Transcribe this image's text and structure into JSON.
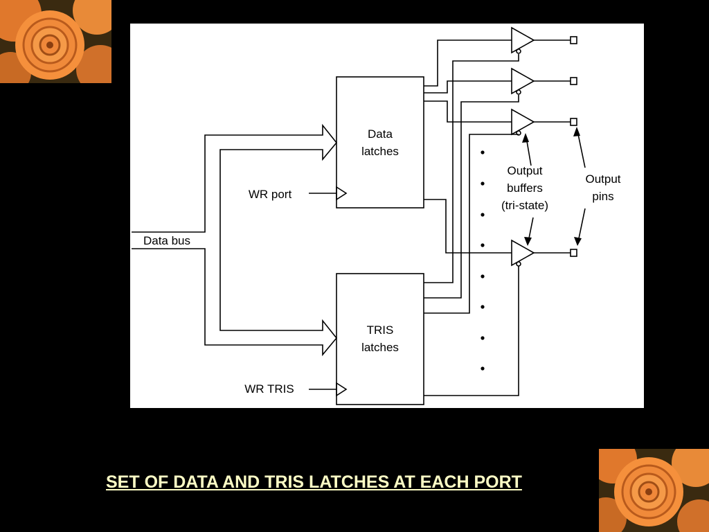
{
  "slide": {
    "title": "SET OF DATA AND TRIS LATCHES AT EACH PORT"
  },
  "diagram": {
    "data_latches": [
      "Data",
      "latches"
    ],
    "tris_latches": [
      "TRIS",
      "latches"
    ],
    "wr_port": "WR port",
    "wr_tris": "WR TRIS",
    "data_bus": "Data bus",
    "output_buffers": [
      "Output",
      "buffers",
      "(tri-state)"
    ],
    "output_pins": [
      "Output",
      "pins"
    ]
  },
  "decorations": {
    "rose_color": "#f08a3a",
    "leaf_color": "#5a6a2a"
  }
}
